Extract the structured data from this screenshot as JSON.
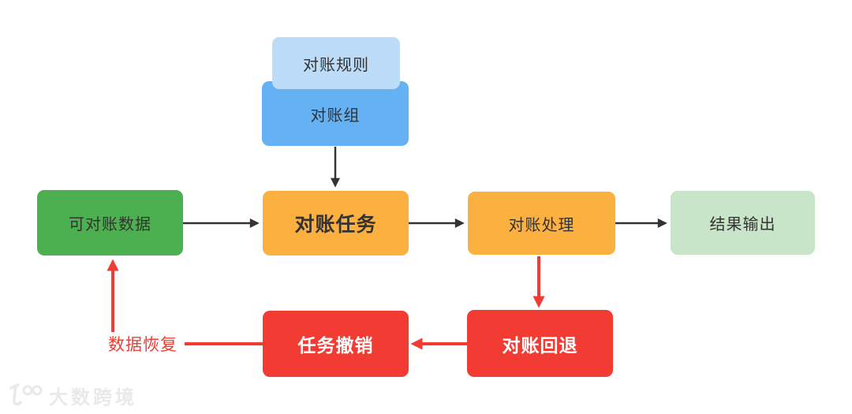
{
  "diagram": {
    "title": "reconciliation-flowchart",
    "nodes": {
      "rules": {
        "label": "对账规则",
        "fill": "#bcdcf8",
        "text_color": "#333333"
      },
      "group": {
        "label": "对账组",
        "fill": "#64b1f4",
        "text_color": "#333333"
      },
      "data": {
        "label": "可对账数据",
        "fill": "#4caf50",
        "text_color": "#333333"
      },
      "task": {
        "label": "对账任务",
        "fill": "#fbb040",
        "text_color": "#333333",
        "emphasis": "bold"
      },
      "process": {
        "label": "对账处理",
        "fill": "#fbb040",
        "text_color": "#333333"
      },
      "output": {
        "label": "结果输出",
        "fill": "#c8e5c9",
        "text_color": "#333333"
      },
      "cancel": {
        "label": "任务撤销",
        "fill": "#f23c33",
        "text_color": "#ffffff",
        "emphasis": "bold"
      },
      "rollback": {
        "label": "对账回退",
        "fill": "#f23c33",
        "text_color": "#ffffff",
        "emphasis": "bold"
      }
    },
    "edges": [
      {
        "from": "group",
        "to": "task",
        "color": "#333333",
        "direction": "down"
      },
      {
        "from": "data",
        "to": "task",
        "color": "#333333",
        "direction": "right"
      },
      {
        "from": "task",
        "to": "process",
        "color": "#333333",
        "direction": "right"
      },
      {
        "from": "process",
        "to": "output",
        "color": "#333333",
        "direction": "right"
      },
      {
        "from": "process",
        "to": "rollback",
        "color": "#f23c33",
        "direction": "down"
      },
      {
        "from": "rollback",
        "to": "cancel",
        "color": "#f23c33",
        "direction": "left"
      },
      {
        "from": "cancel",
        "to": "data",
        "color": "#f23c33",
        "direction": "left-up",
        "label": "数据恢复"
      }
    ],
    "edge_labels": {
      "recovery": "数据恢复"
    },
    "colors": {
      "arrow_black": "#333333",
      "arrow_red": "#f23c33",
      "background": "#ffffff"
    }
  },
  "watermark": {
    "brand": "大数跨境",
    "logo": "100-logo",
    "color": "#e9e9e9"
  }
}
